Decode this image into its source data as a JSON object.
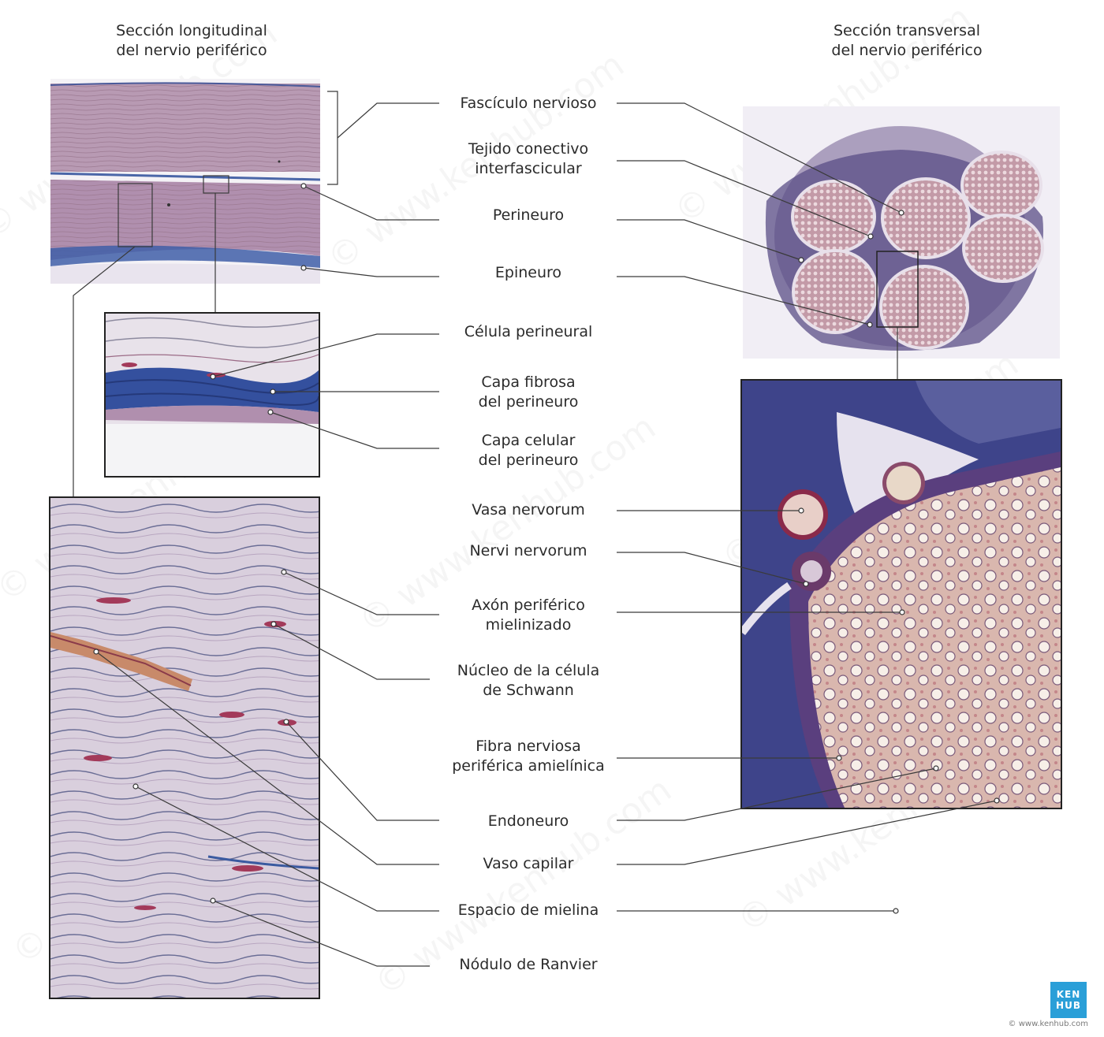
{
  "titles": {
    "left": [
      "Sección longitudinal",
      "del nervio periférico"
    ],
    "right": [
      "Sección transversal",
      "del nervio periférico"
    ]
  },
  "labels": [
    [
      "Fascículo nervioso"
    ],
    [
      "Tejido conectivo",
      "interfascicular"
    ],
    [
      "Perineuro"
    ],
    [
      "Epineuro"
    ],
    [
      "Célula perineural"
    ],
    [
      "Capa fibrosa",
      "del perineuro"
    ],
    [
      "Capa celular",
      "del perineuro"
    ],
    [
      "Vasa nervorum"
    ],
    [
      "Nervi nervorum"
    ],
    [
      "Axón periférico",
      "mielinizado"
    ],
    [
      "Núcleo de la célula",
      "de Schwann"
    ],
    [
      "Fibra nerviosa",
      "periférica amielínica"
    ],
    [
      "Endoneuro"
    ],
    [
      "Vaso capilar"
    ],
    [
      "Espacio de mielina"
    ],
    [
      "Nódulo de Ranvier"
    ]
  ],
  "logo": [
    "KEN",
    "HUB"
  ],
  "footer": "© www.kenhub.com",
  "watermark": "© www.kenhub.com"
}
